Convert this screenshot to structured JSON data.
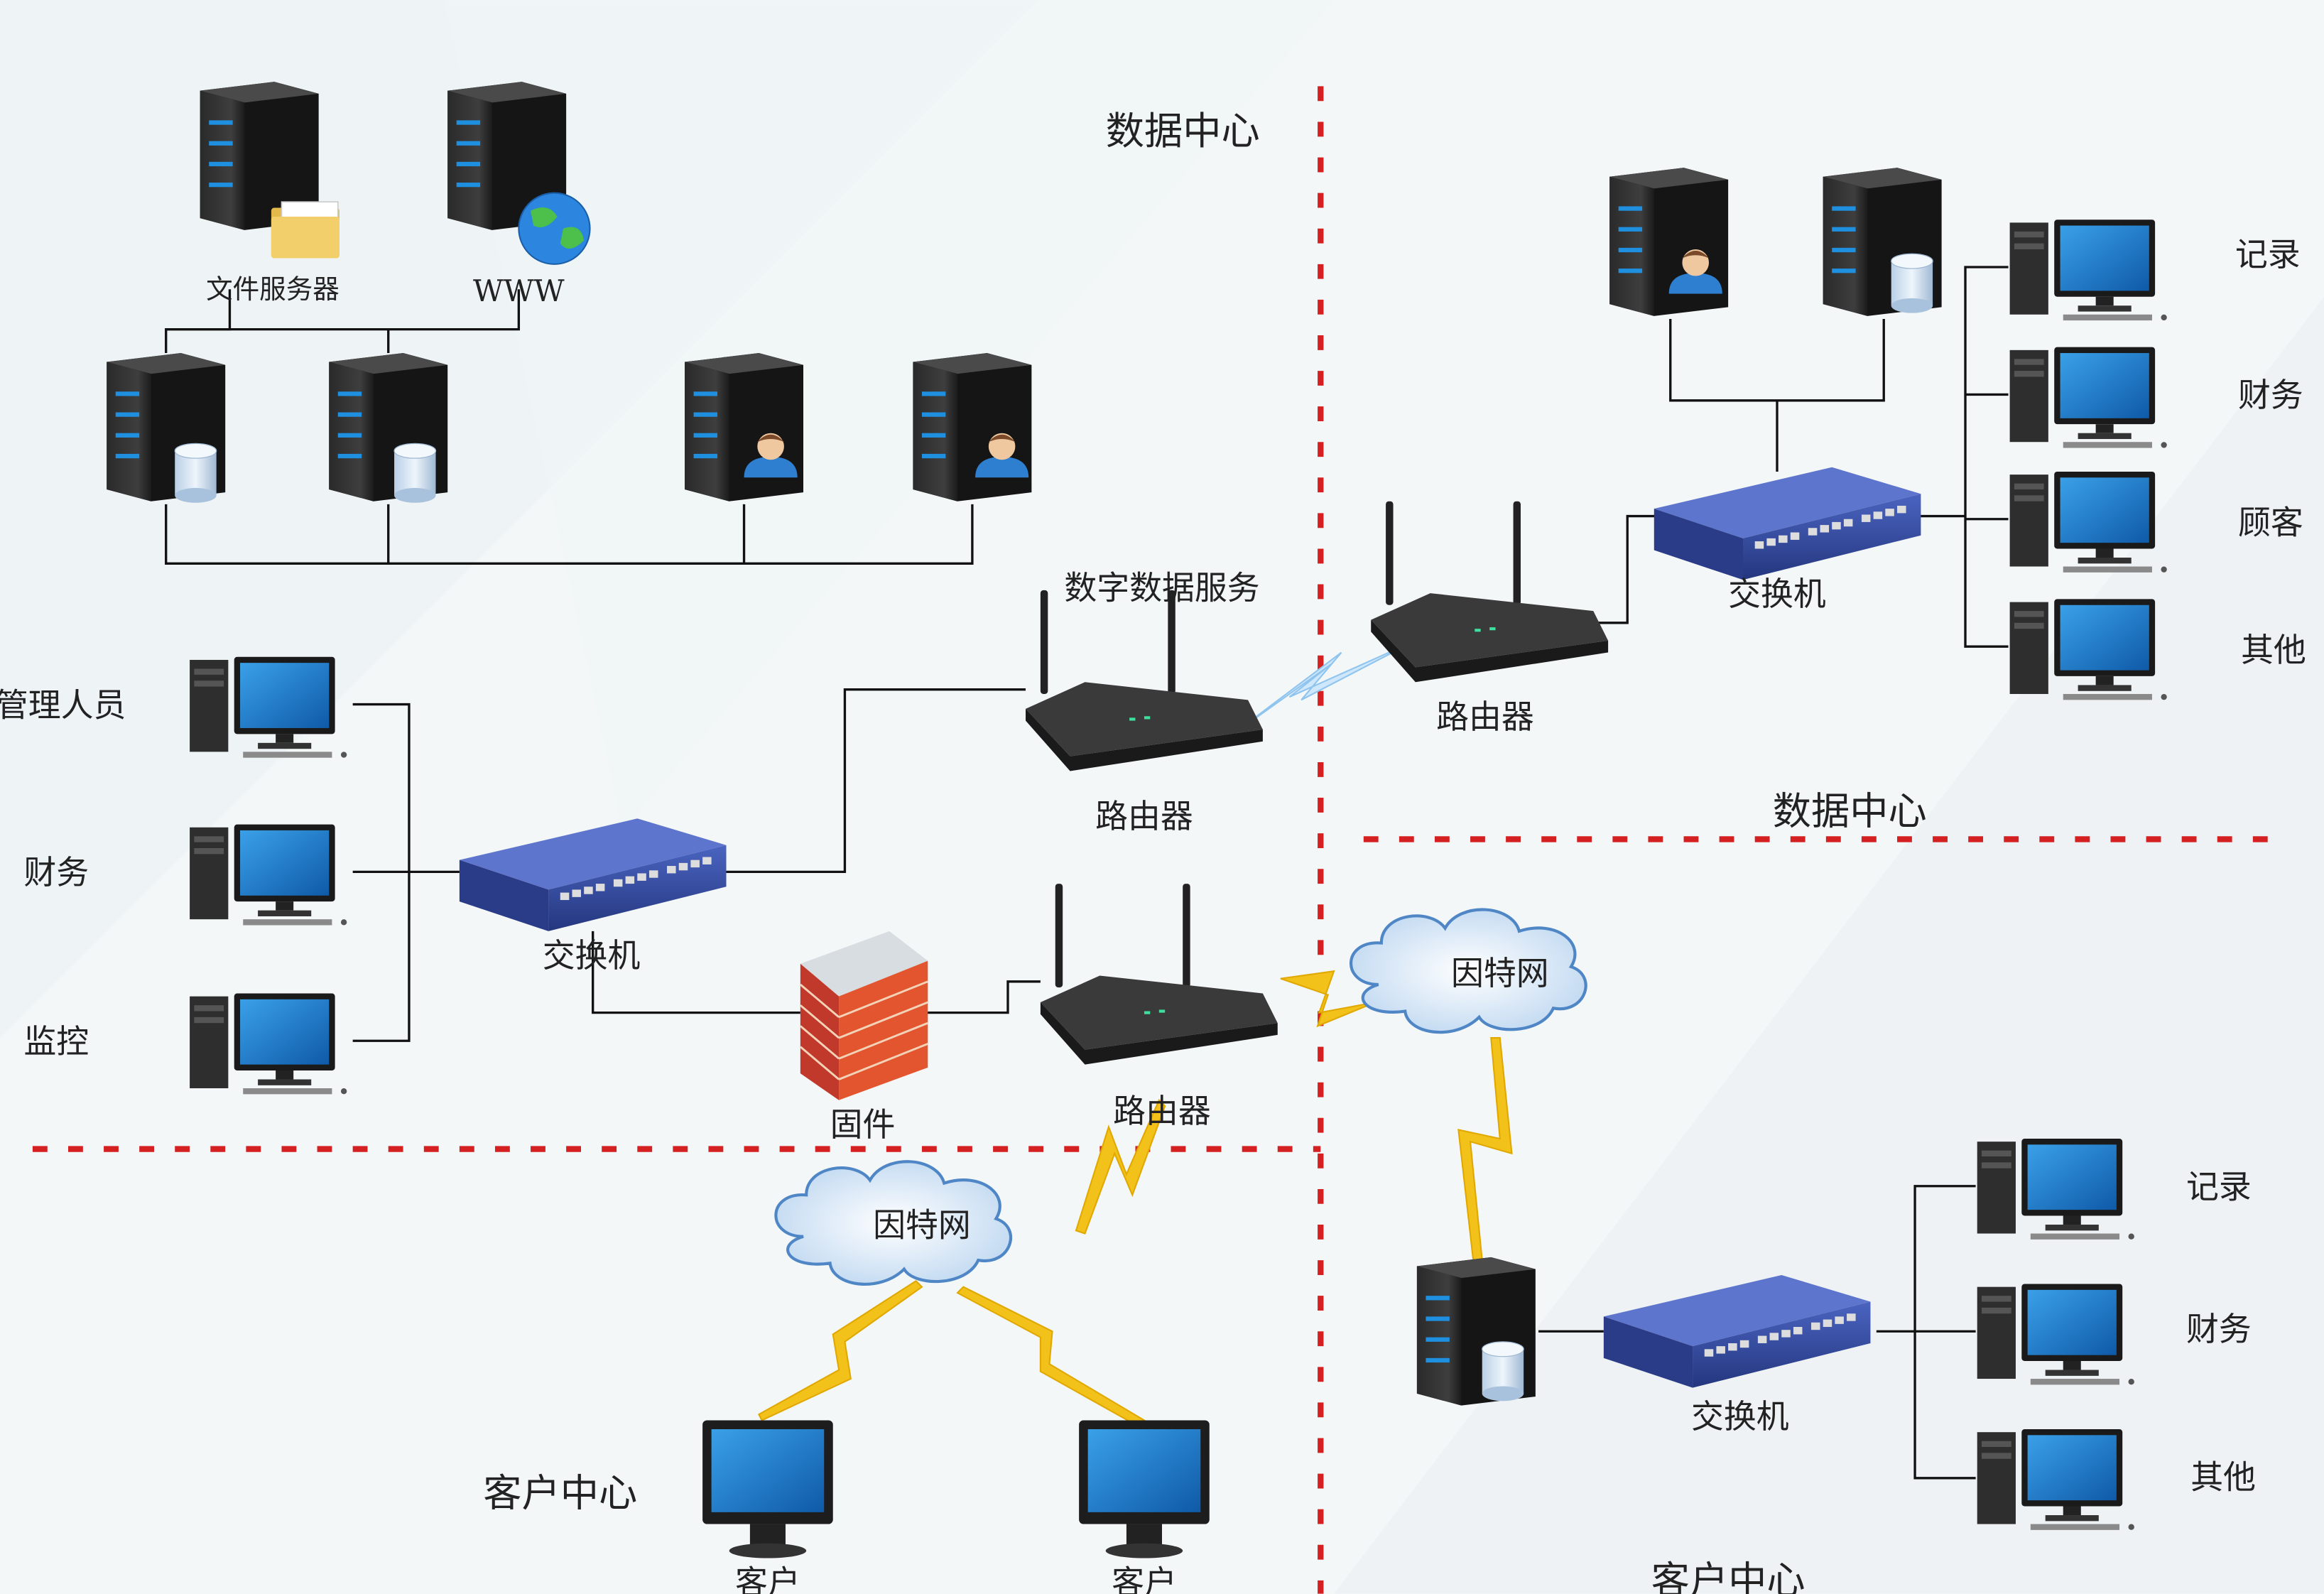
{
  "zones": {
    "top_left_title": "数据中心",
    "top_right_title": "数据中心",
    "bottom_left_title": "客户中心",
    "bottom_right_title": "客户中心"
  },
  "servers": {
    "file_server": "文件服务器",
    "www": "WWW"
  },
  "router_top_label": "数字数据服务",
  "routers": {
    "left_top": "路由器",
    "left_bottom": "路由器",
    "right": "路由器"
  },
  "switches": {
    "left": "交换机",
    "right_top": "交换机",
    "right_bottom": "交换机"
  },
  "firewall": "固件",
  "internet": {
    "left": "因特网",
    "right": "因特网"
  },
  "left_workstations": [
    "管理人员",
    "财务",
    "监控"
  ],
  "right_top_workstations": [
    "记录",
    "财务",
    "顾客",
    "其他"
  ],
  "right_bottom_workstations": [
    "记录",
    "财务",
    "其他"
  ],
  "clients": [
    "客户",
    "客户"
  ],
  "colors": {
    "divider": "#d42020",
    "link": "#111111",
    "wireless": "#f2c21b",
    "switch": "#2b3f8f",
    "screen": "#1c78c8"
  }
}
